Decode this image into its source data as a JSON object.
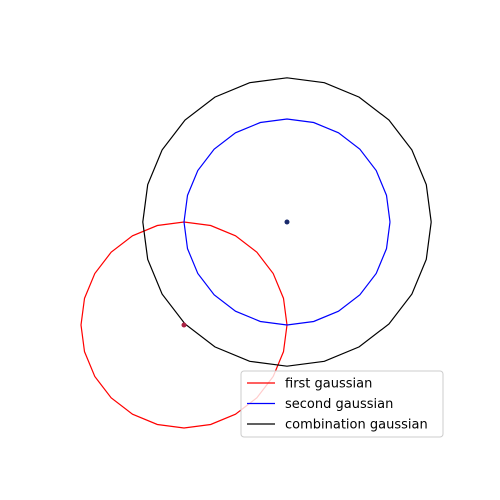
{
  "chart_data": {
    "type": "line",
    "title": "",
    "xlabel": "",
    "ylabel": "",
    "axes_visible": false,
    "grid": false,
    "legend_placement": "lower-right",
    "xlim": [
      -3.0,
      3.0
    ],
    "ylim": [
      -3.0,
      3.0
    ],
    "series": [
      {
        "name": "first gaussian",
        "color": "#ff0000",
        "center": [
          -1.25,
          -1.25
        ],
        "radius": 1.25,
        "segments": 24
      },
      {
        "name": "second gaussian",
        "color": "#0000ff",
        "center": [
          0.0,
          0.0
        ],
        "radius": 1.25,
        "segments": 24
      },
      {
        "name": "combination gaussian",
        "color": "#000000",
        "center": [
          0.0,
          0.0
        ],
        "radius": 1.75,
        "segments": 24
      }
    ],
    "center_points": [
      {
        "x": -1.25,
        "y": -1.25,
        "color": "#aa2244"
      },
      {
        "x": 0.0,
        "y": 0.0,
        "color": "#1a2a6c"
      }
    ]
  }
}
